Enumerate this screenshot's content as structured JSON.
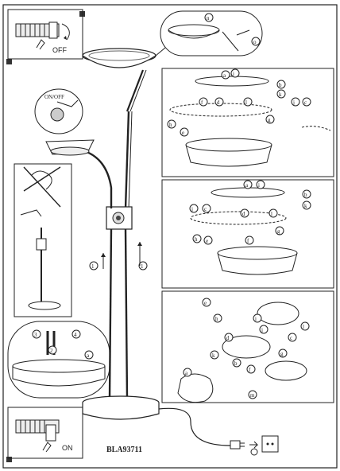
{
  "switch_off_label": "OFF",
  "switch_on_label": "ON",
  "on_off_label": "ON/OFF",
  "model_code": "BLA93711",
  "step_numbers": [
    "1",
    "2",
    "3",
    "4"
  ],
  "part_letters": [
    "a",
    "b",
    "c",
    "d",
    "e",
    "f",
    "g",
    "h",
    "i",
    "j",
    "k",
    "l",
    "m",
    "n",
    "o"
  ]
}
